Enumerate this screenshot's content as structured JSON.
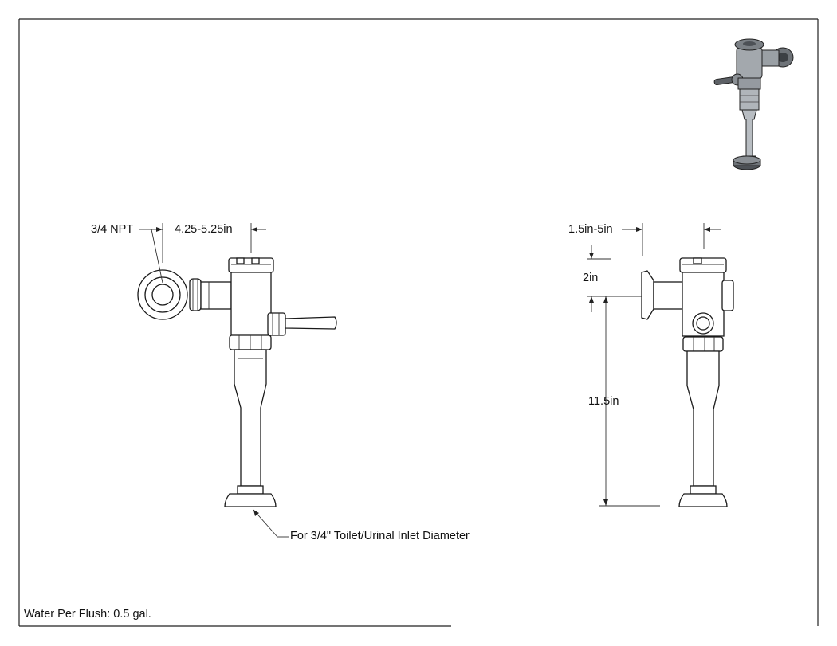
{
  "labels": {
    "npt": "3/4 NPT",
    "rough_width": "4.25-5.25in",
    "inlet_note": "For 3/4\" Toilet/Urinal Inlet Diameter",
    "offset": "1.5in-5in",
    "top_drop": "2in",
    "height": "11.5in",
    "water_per_flush": "Water Per Flush: 0.5 gal."
  },
  "icons": {
    "front_view": "flushometer-front-view",
    "side_view": "flushometer-side-view",
    "iso_view": "flushometer-isometric-thumbnail"
  },
  "colors": {
    "line": "#222222",
    "thumbnail_metal": "#8a8f94"
  }
}
